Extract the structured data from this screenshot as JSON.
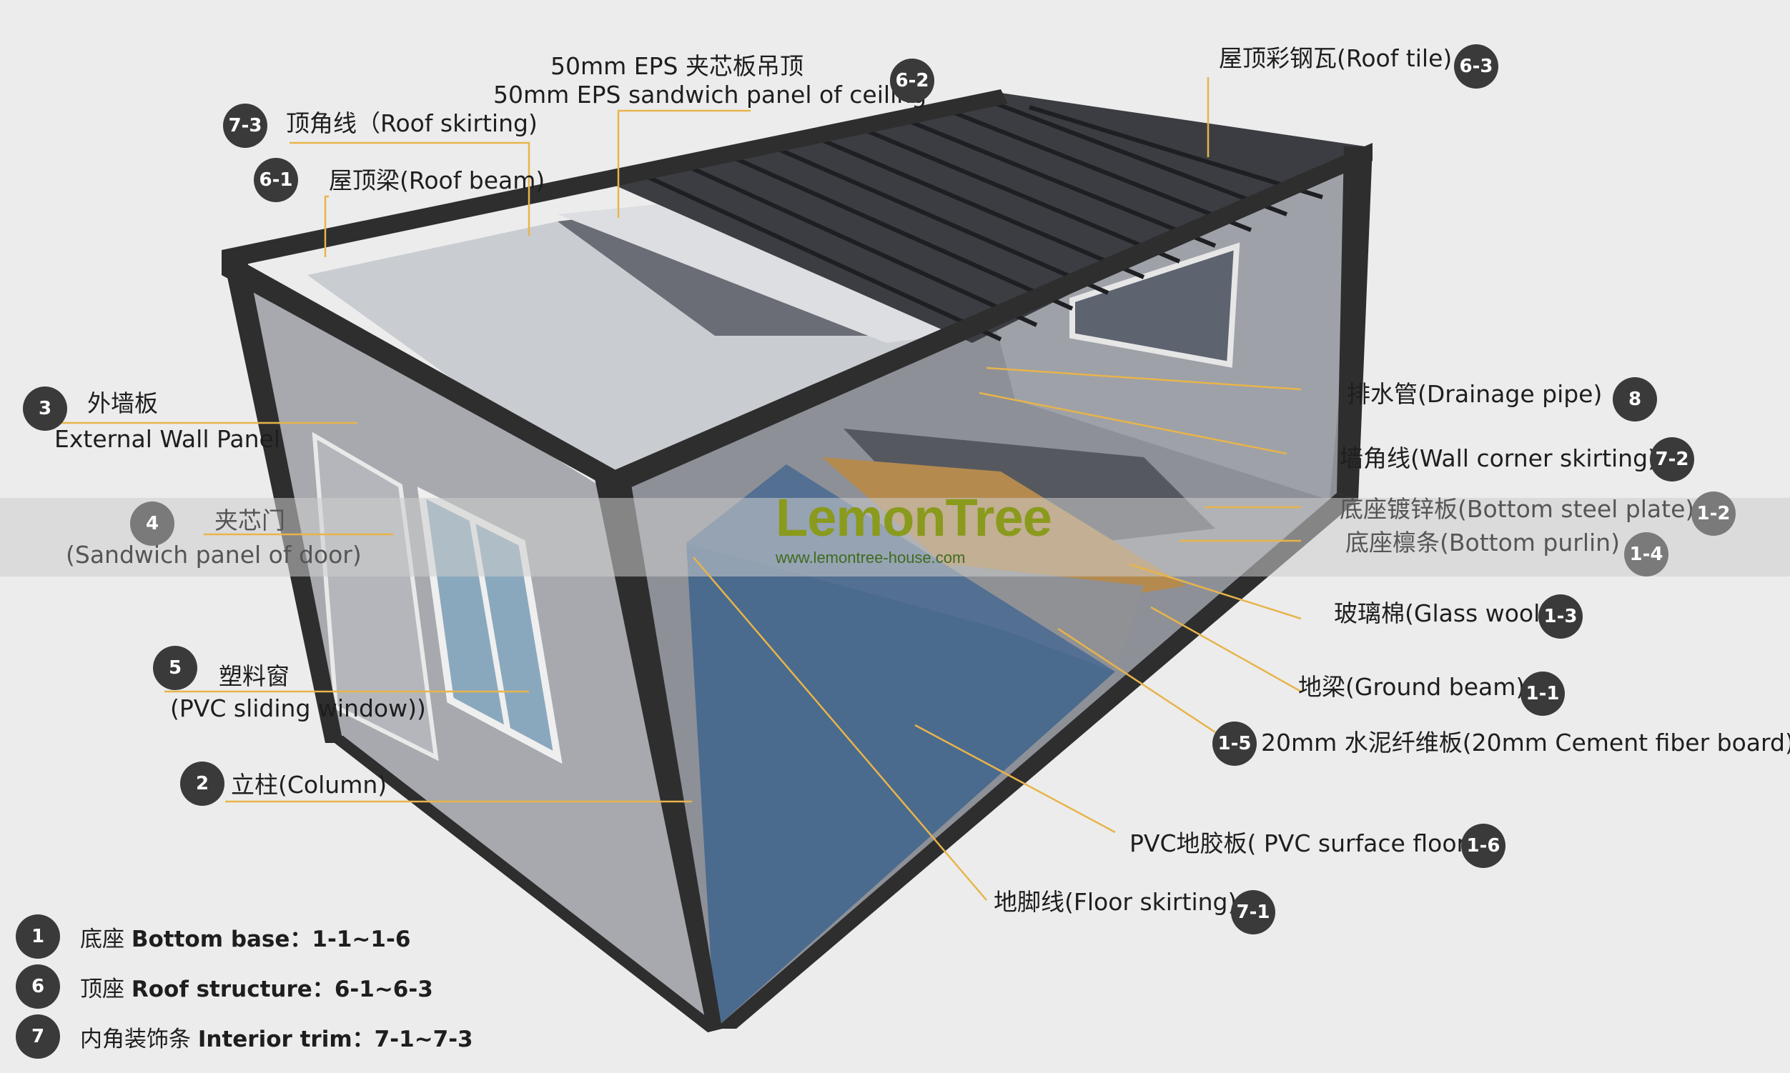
{
  "logo": {
    "text": "LemonTree",
    "url": "www.lemontree-house.com"
  },
  "labels": {
    "l62a": "50mm EPS 夹芯板吊顶",
    "l62b": "50mm EPS sandwich panel of ceiling",
    "l63": "屋顶彩钢瓦(Roof tile)",
    "l73": "顶角线（Roof skirting)",
    "l61": "屋顶梁(Roof beam)",
    "l3a": "外墙板",
    "l3b": "External Wall Panel",
    "l4a": "夹芯门",
    "l4b": "(Sandwich panel of door)",
    "l5a": "塑料窗",
    "l5b": "(PVC sliding window))",
    "l2": "立柱(Column)",
    "l8": "排水管(Drainage pipe)",
    "l72": "墙角线(Wall corner skirting)",
    "l12": "底座镀锌板(Bottom steel plate)",
    "l14": "底座檩条(Bottom purlin)",
    "l13": "玻璃棉(Glass wool)",
    "l11": "地梁(Ground beam)",
    "l15": "20mm 水泥纤维板(20mm Cement fiber board)",
    "l16": "PVC地胶板( PVC surface floor)",
    "l71": "地脚线(Floor skirting)"
  },
  "badges": {
    "b62": "6-2",
    "b63": "6-3",
    "b73": "7-3",
    "b61": "6-1",
    "b3": "3",
    "b4": "4",
    "b5": "5",
    "b2": "2",
    "b8": "8",
    "b72": "7-2",
    "b12": "1-2",
    "b14": "1-4",
    "b13": "1-3",
    "b11": "1-1",
    "b15": "1-5",
    "b16": "1-6",
    "b71": "7-1"
  },
  "legend": [
    {
      "num": "1",
      "zh": "底座",
      "en": "Bottom base：",
      "range": "1-1~1-6"
    },
    {
      "num": "6",
      "zh": "顶座",
      "en": "Roof structure：",
      "range": "6-1~6-3"
    },
    {
      "num": "7",
      "zh": "内角装饰条",
      "en": "Interior trim：",
      "range": "7-1~7-3"
    }
  ],
  "colors": {
    "frame": "#2e2e2e",
    "wall": "#9a9ca2",
    "floor": "#4a6b8e",
    "leader": "#e8b44a",
    "badge": "#3a3a3a",
    "logo": "#8a9a1c"
  }
}
